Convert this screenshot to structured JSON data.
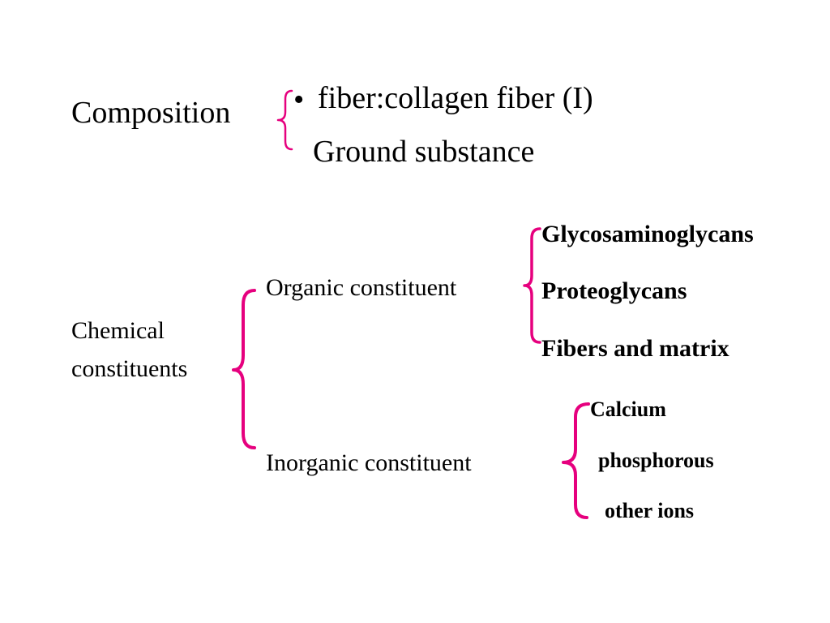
{
  "composition": {
    "label": "Composition",
    "bullet": "•",
    "items": [
      "fiber:collagen fiber (I)",
      "Ground substance"
    ]
  },
  "chemical": {
    "label_line1": "Chemical",
    "label_line2": "constituents",
    "organic": {
      "label": "Organic constituent",
      "items": [
        "Glycosaminoglycans",
        "Proteoglycans",
        "Fibers and matrix"
      ]
    },
    "inorganic": {
      "label": "Inorganic constituent",
      "items": [
        "Calcium",
        "phosphorous",
        "other ions"
      ]
    }
  },
  "colors": {
    "bracket": "#e6007e",
    "text": "#000000"
  }
}
